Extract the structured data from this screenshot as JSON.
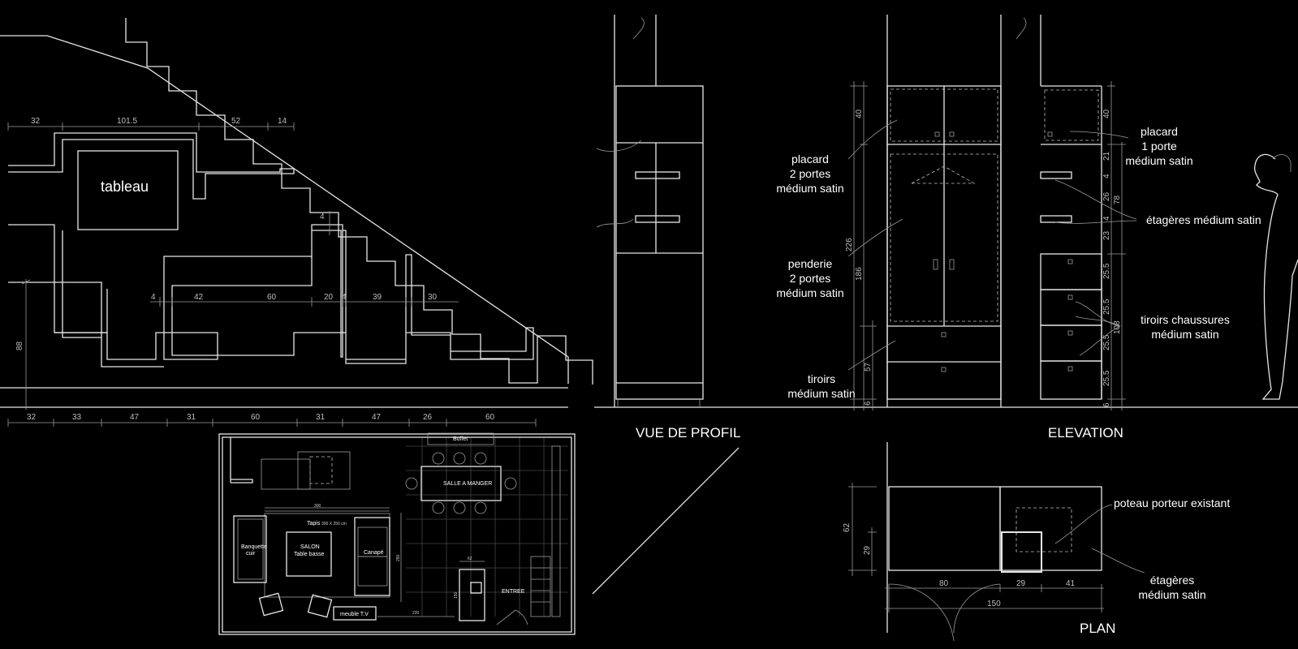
{
  "titles": {
    "profile": "VUE DE PROFIL",
    "elevation": "ELEVATION",
    "plan": "PLAN"
  },
  "stair_view": {
    "tableau_label": "tableau",
    "top_dims": [
      "32",
      "101.5",
      "52",
      "14"
    ],
    "mid_dims": [
      "4",
      "42",
      "60",
      "20",
      "4",
      "39",
      "30"
    ],
    "small_dim": "4",
    "height_dim": "88",
    "bottom_dims": [
      "32",
      "33",
      "47",
      "31",
      "60",
      "31",
      "47",
      "26",
      "60"
    ]
  },
  "floor_plan": {
    "buffet": "Buffet",
    "dining": "SALLE A MANGER",
    "rug_title": "Tapis",
    "rug_size": "300 X 250 cm",
    "rug_dim": "300",
    "rug_dim_side": "250",
    "bench": [
      "Banquette",
      "cuir"
    ],
    "salon": [
      "SALON",
      "Table basse"
    ],
    "sofa": "Canapé",
    "entry": "ENTREE",
    "tv": "meuble T.V",
    "dim_62": "62",
    "dim_150": "150",
    "dim_220": "220"
  },
  "elevation_labels": {
    "placard2": [
      "placard",
      "2 portes",
      "médium satin"
    ],
    "penderie": [
      "penderie",
      "2 portes",
      "médium satin"
    ],
    "tiroirs": [
      "tiroirs",
      "médium satin"
    ],
    "placard1": [
      "placard",
      "1 porte",
      "médium satin"
    ],
    "etageres": "étagères médium satin",
    "tiroirs_chaussures": [
      "tiroirs chaussures",
      "médium satin"
    ]
  },
  "elevation_dims": {
    "left_outer": "226",
    "left_inner": [
      "40",
      "186",
      "57",
      "6"
    ],
    "right_outer": [
      "78",
      "108"
    ],
    "right_inner": [
      "40",
      "21",
      "4",
      "26",
      "4",
      "23",
      "25.5",
      "25.5",
      "25.5",
      "25.5",
      "6"
    ]
  },
  "plan_labels": {
    "poteau": "poteau porteur existant",
    "etageres": [
      "étagères",
      "médium satin"
    ],
    "dims": [
      "62",
      "29",
      "80",
      "29",
      "41",
      "150"
    ]
  }
}
